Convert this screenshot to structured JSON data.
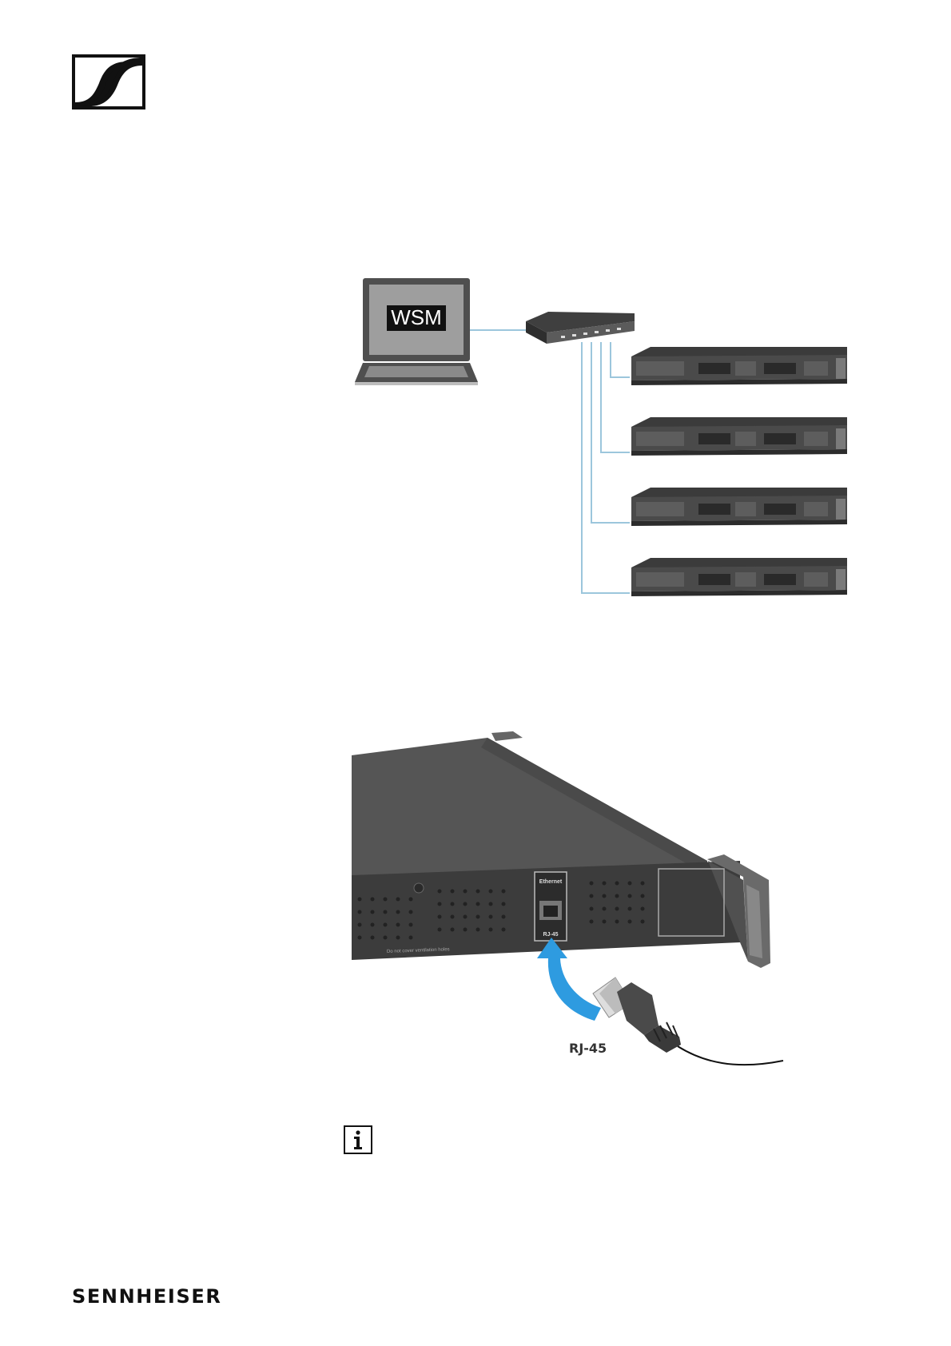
{
  "header": {
    "logo_icon": "sennheiser-logo-icon"
  },
  "network_diagram": {
    "laptop_screen_text": "WSM",
    "receiver_count": 4,
    "cable_color": "#9cc6dc"
  },
  "connection_diagram": {
    "port_top_label": "Ethernet",
    "port_bottom_label": "RJ-45",
    "cable_label": "RJ-45",
    "small_print": "Do not cover ventilation holes",
    "arrow_color": "#2e9be0"
  },
  "note": {
    "icon": "info-icon"
  },
  "footer": {
    "brand": "SENNHEISER"
  }
}
